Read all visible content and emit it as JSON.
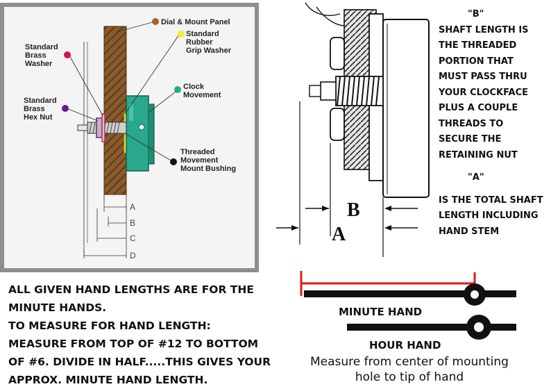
{
  "panel_labels": {
    "dial_mount_panel": "Dial & Mount Panel",
    "rubber_washer_1": "Standard",
    "rubber_washer_2": "Rubber",
    "rubber_washer_3": "Grip Washer",
    "brass_washer_1": "Standard",
    "brass_washer_2": "Brass",
    "brass_washer_3": "Washer",
    "clock_movement_1": "Clock",
    "clock_movement_2": "Movement",
    "hex_nut_1": "Standard",
    "hex_nut_2": "Brass",
    "hex_nut_3": "Hex Nut",
    "bushing_1": "Threaded",
    "bushing_2": "Movement",
    "bushing_3": "Mount Bushing",
    "dim_a": "A",
    "dim_b": "B",
    "dim_c": "C",
    "dim_d": "D"
  },
  "shaft_labels": {
    "letter_b": "B",
    "letter_a": "A"
  },
  "notes": {
    "b_header": "\"B\"",
    "b_lines": [
      "SHAFT LENGTH IS",
      "THE THREADED",
      "PORTION THAT",
      "MUST PASS THRU",
      "YOUR CLOCKFACE",
      "PLUS A COUPLE",
      "THREADS TO",
      "SECURE THE",
      "RETAINING NUT"
    ],
    "a_header": "\"A\"",
    "a_lines": [
      "IS THE TOTAL SHAFT",
      "LENGTH INCLUDING",
      "HAND STEM"
    ]
  },
  "instructions": [
    "ALL GIVEN HAND LENGTHS ARE FOR THE",
    "MINUTE HANDS.",
    "TO MEASURE FOR HAND LENGTH:",
    "MEASURE FROM TOP OF #12 TO BOTTOM",
    "OF #6.  DIVIDE IN HALF.....THIS GIVES YOUR",
    "APPROX. MINUTE HAND LENGTH."
  ],
  "hands": {
    "minute_label": "MINUTE HAND",
    "hour_label": "HOUR HAND",
    "measure_line1": "Measure from center of mounting",
    "measure_line2": "hole to tip of hand"
  },
  "colors": {
    "panel_wood": "#8a5a2e",
    "movement": "#2aa88c",
    "rubber_washer_dot": "#f0f030",
    "brass_washer_dot": "#d0145a",
    "hex_nut_dot": "#6a1a8a",
    "dial_dot": "#a0652a",
    "measure_line": "#e01818"
  }
}
